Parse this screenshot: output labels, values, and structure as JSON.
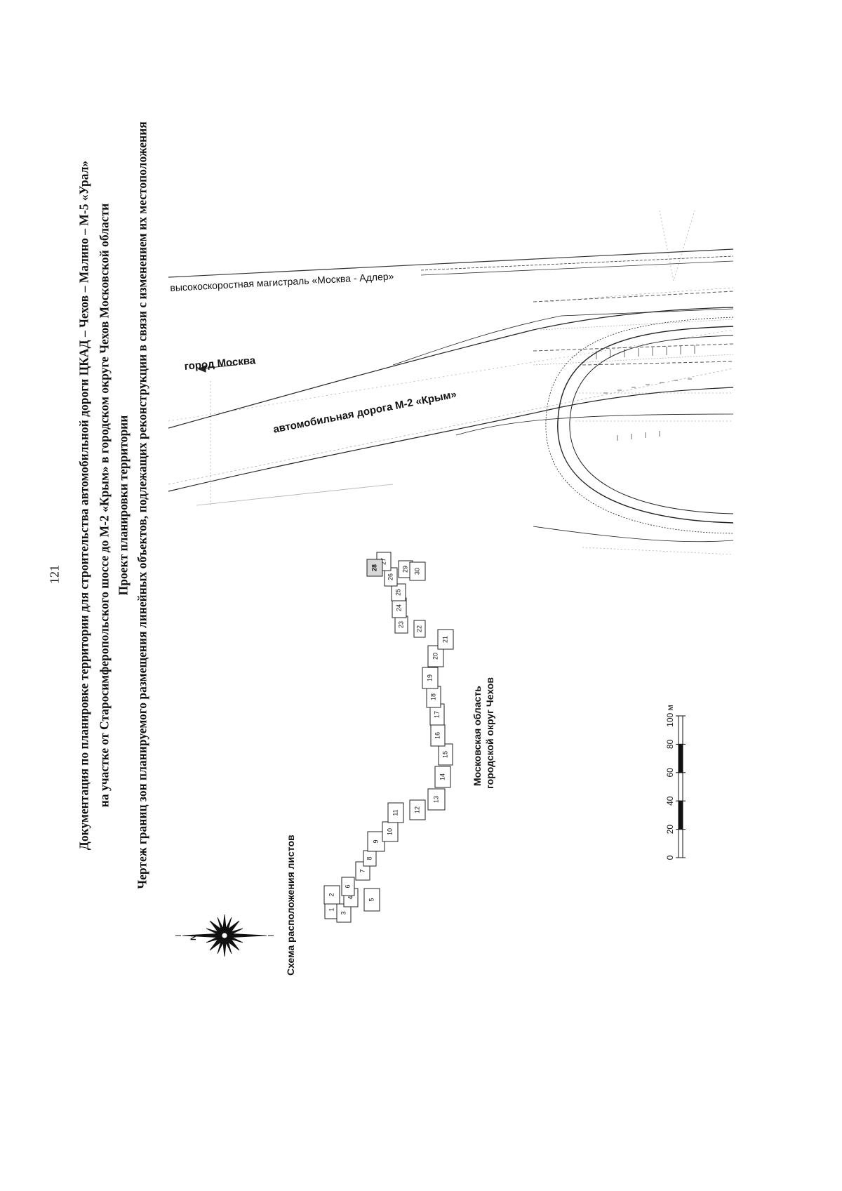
{
  "page": {
    "number": "121"
  },
  "title": {
    "line1": "Документация по планировке территории для строительства автомобильной дороги ЦКАД – Чехов – Малино – М-5 «Урал»",
    "line2": "на участке от Старосимферопольского шоссе до М-2 «Крым» в городском округе Чехов Московской области",
    "line3": "Проект планировки территории",
    "line4": "Чертеж границ зон планируемого размещения линейных объектов, подлежащих реконструкции в связи с изменением их местоположения"
  },
  "compass": {
    "north_label": "N",
    "icon": "compass-rose-icon"
  },
  "scheme": {
    "title": "Схема расположения листов",
    "sheets": [
      "1",
      "2",
      "3",
      "4",
      "5",
      "6",
      "7",
      "8",
      "9",
      "10",
      "11",
      "12",
      "13",
      "14",
      "15",
      "16",
      "17",
      "18",
      "19",
      "20",
      "21",
      "22",
      "23",
      "24",
      "25",
      "26",
      "27",
      "28",
      "29",
      "30"
    ],
    "highlighted_sheet": "28",
    "region_label_1": "Московская область",
    "region_label_2": "городской округ Чехов"
  },
  "scale_bar": {
    "ticks": [
      "0",
      "20",
      "40",
      "60",
      "80",
      "100 м"
    ],
    "unit": "м",
    "max": 100
  },
  "map": {
    "direction_label": "город Москва",
    "road_label": "автомобильная дорога М-2 «Крым»",
    "railway_label": "высокоскоростная магистраль «Москва - Адлер»"
  },
  "colors": {
    "ink": "#111111",
    "faint_line": "#9a9a9a",
    "paper": "#ffffff"
  }
}
